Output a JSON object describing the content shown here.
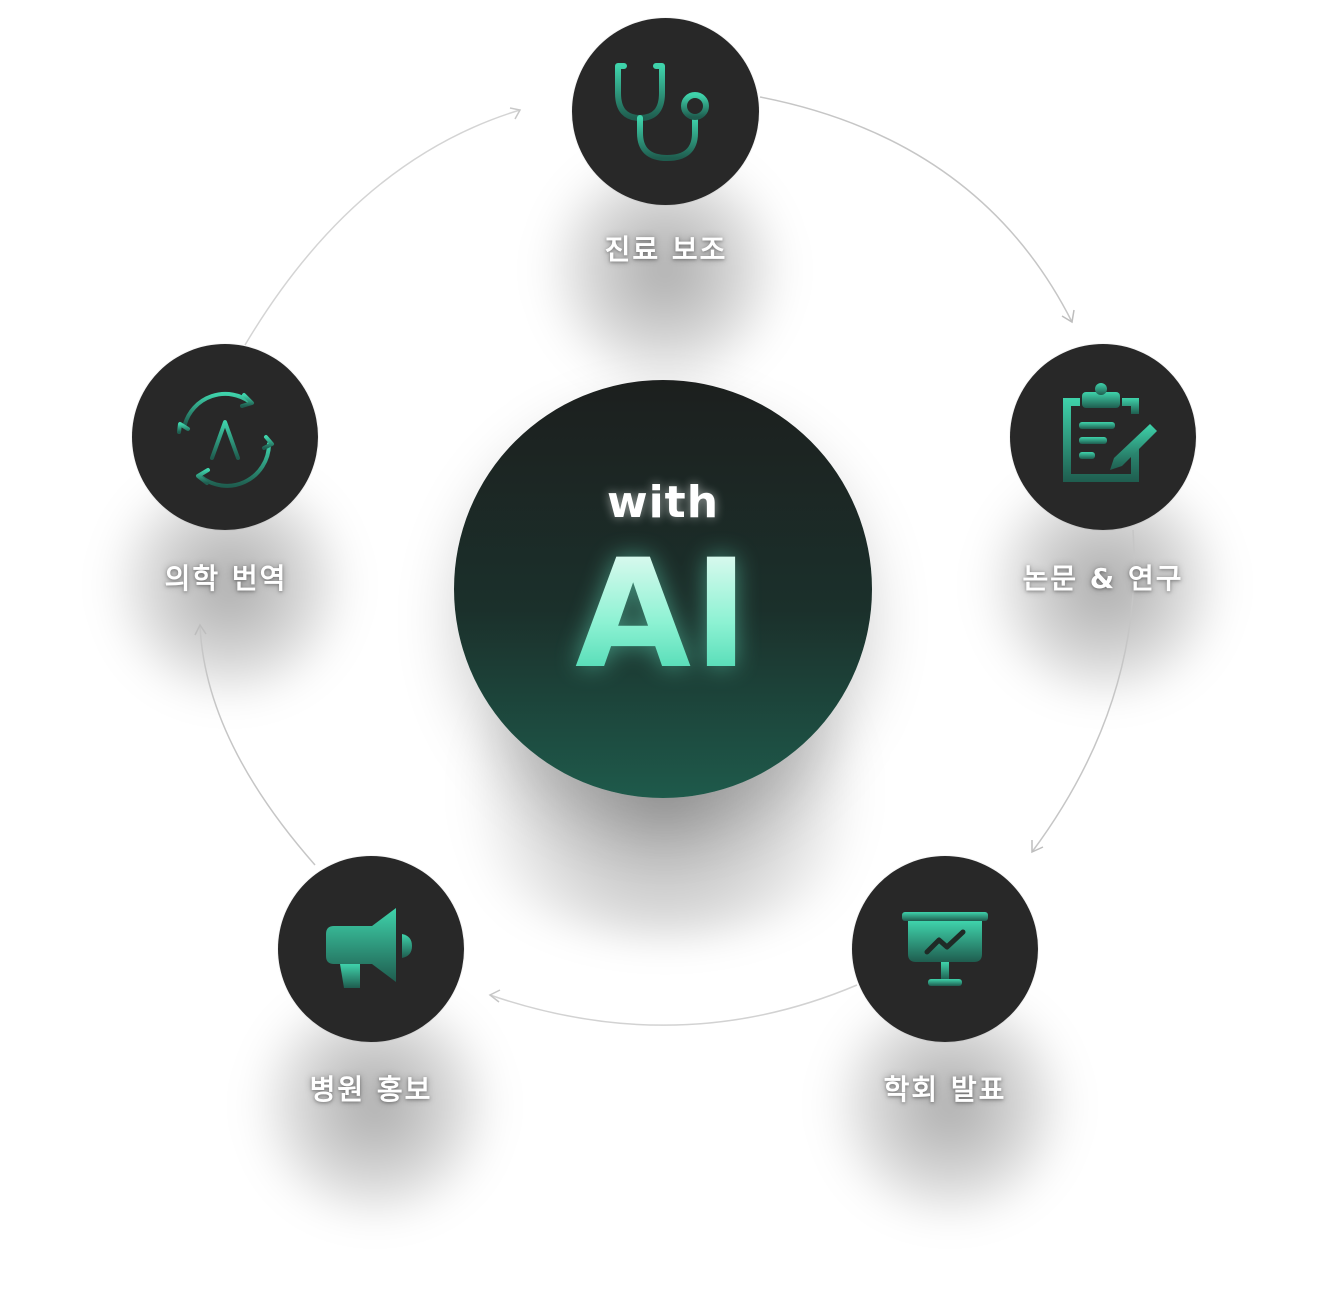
{
  "center": {
    "with_text": "with",
    "ai_text": "AI"
  },
  "nodes": [
    {
      "label": "진료 보조",
      "icon": "stethoscope-icon"
    },
    {
      "label": "논문 & 연구",
      "icon": "clipboard-edit-icon"
    },
    {
      "label": "학회 발표",
      "icon": "presentation-board-icon"
    },
    {
      "label": "병원 홍보",
      "icon": "megaphone-icon"
    },
    {
      "label": "의학 번역",
      "icon": "translate-cycle-icon"
    }
  ],
  "colors": {
    "node_background": "#282828",
    "icon_gradient_top": "#3fd3ab",
    "icon_gradient_bottom": "#1f5d4f",
    "connector_line": "#c8c8c8"
  }
}
